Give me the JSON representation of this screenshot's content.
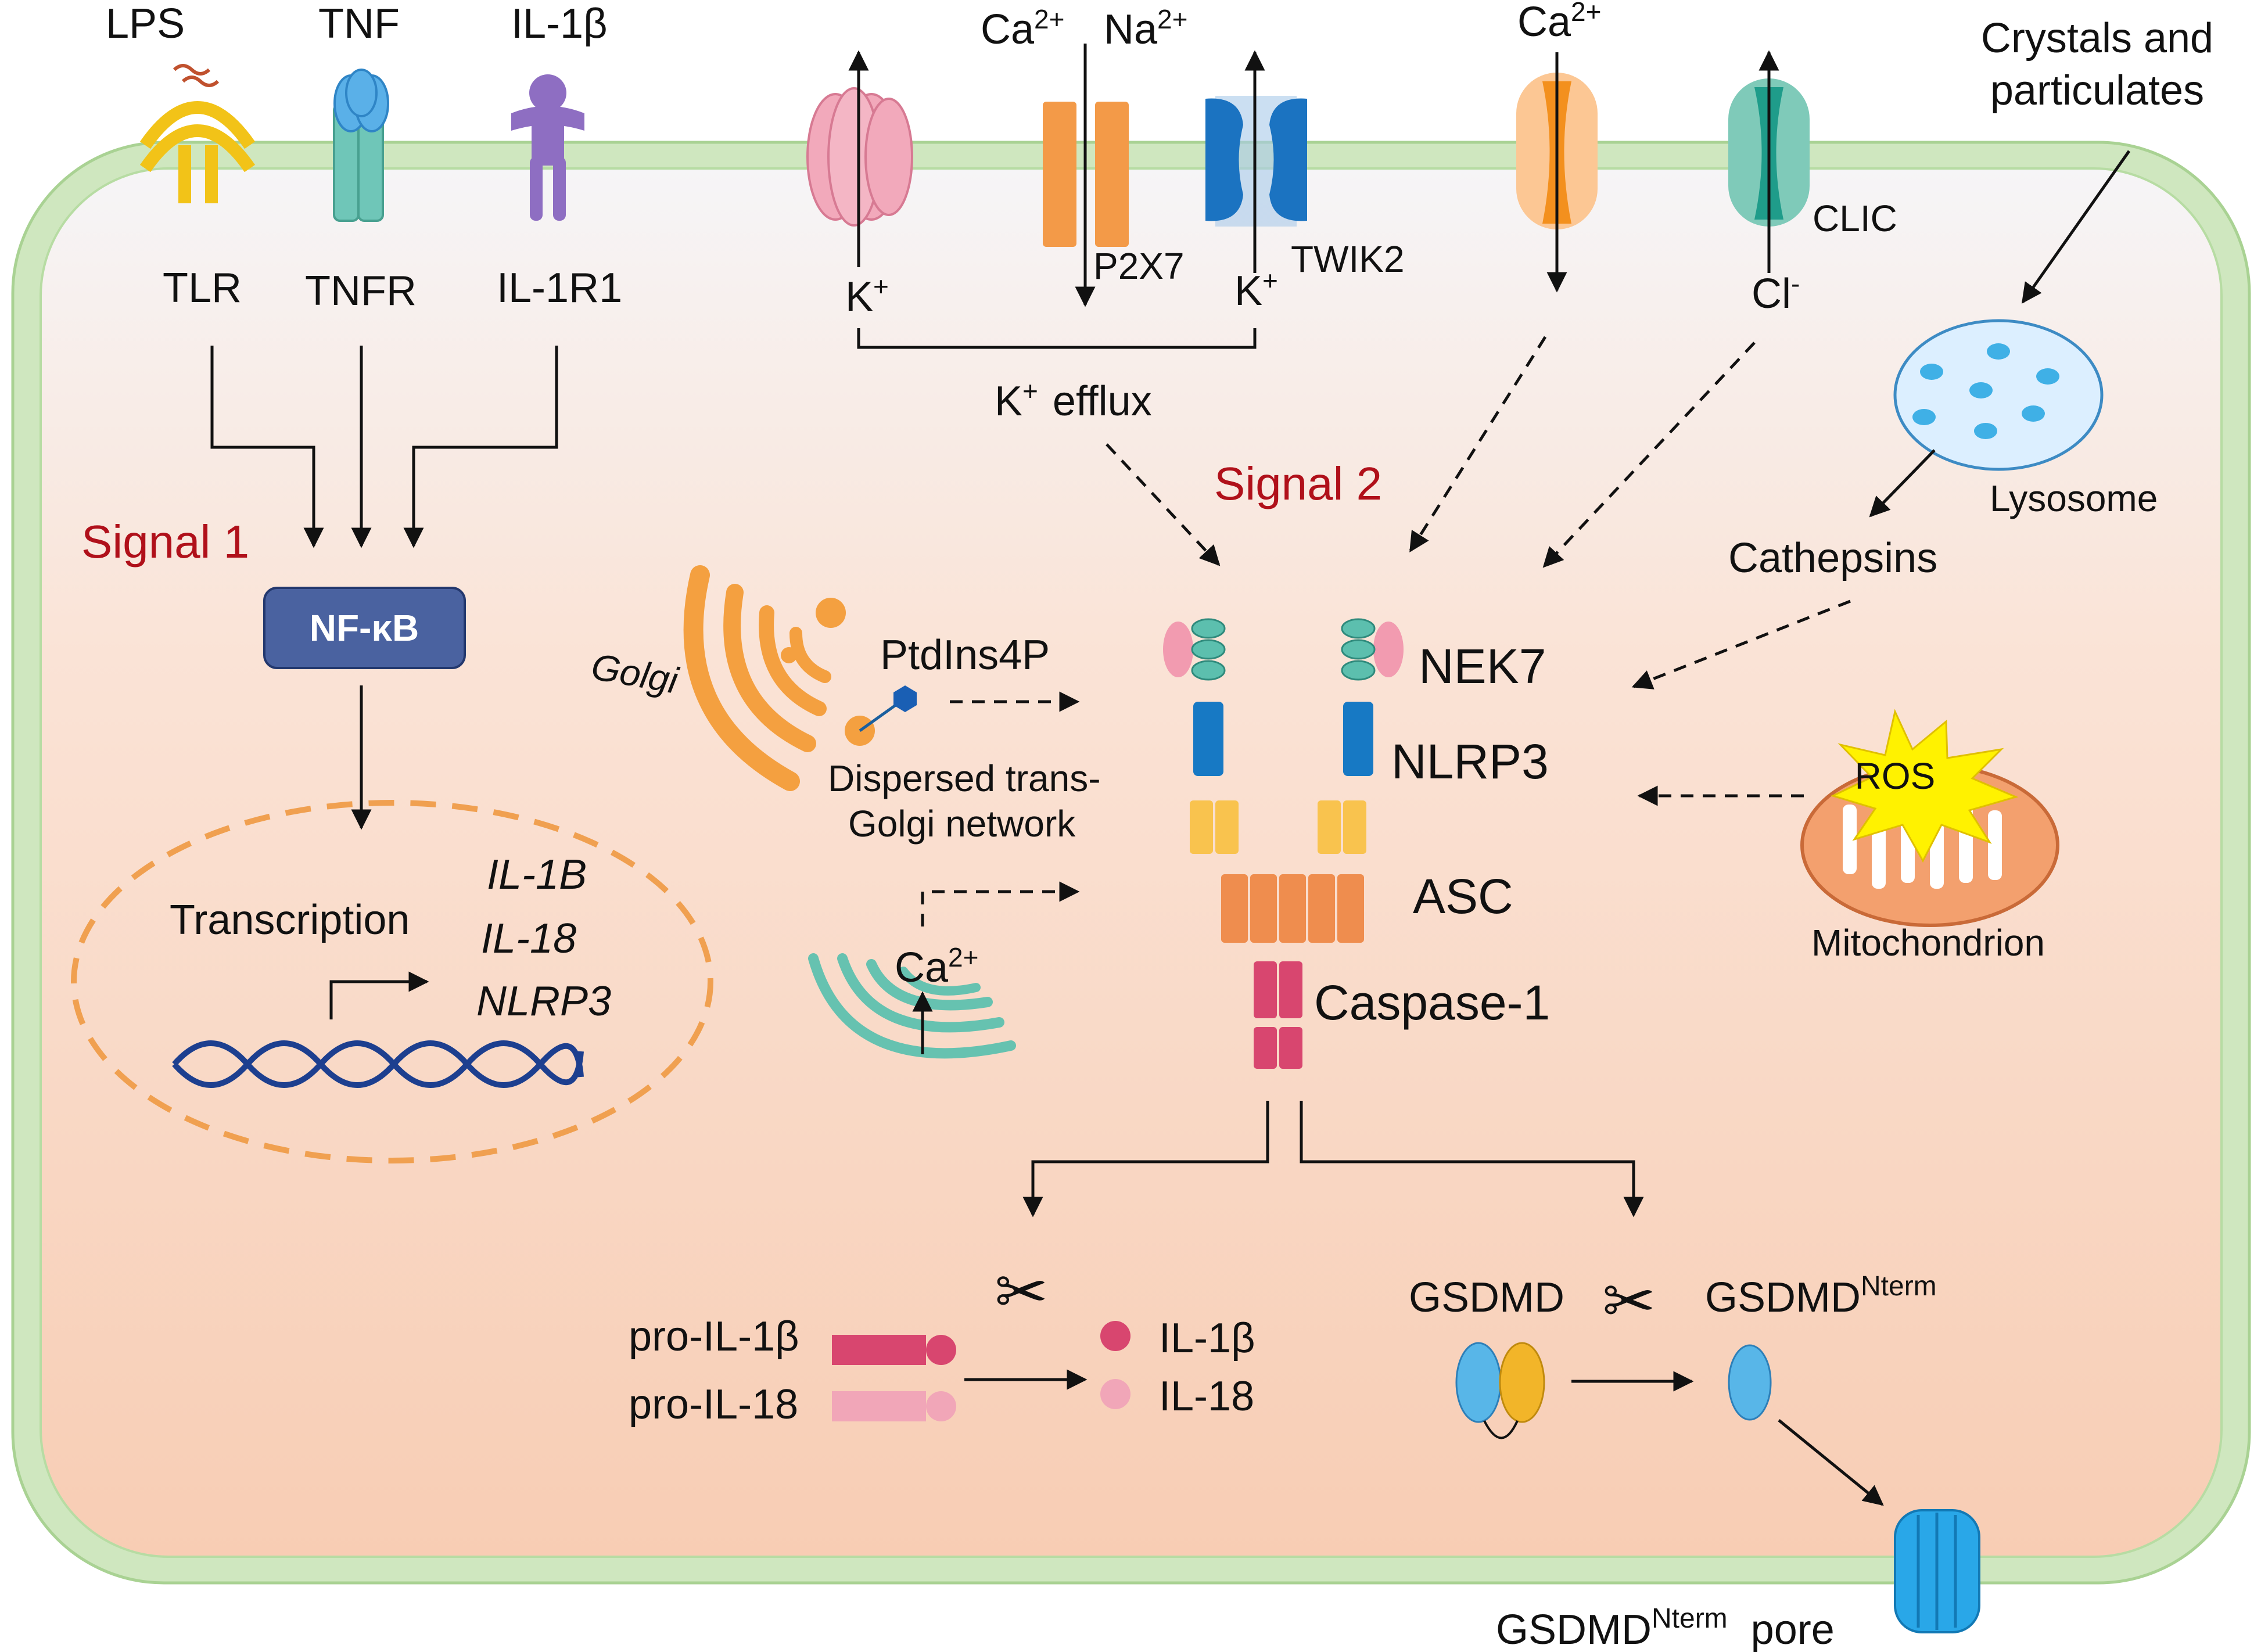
{
  "receptors": {
    "lps": "LPS",
    "tnf": "TNF",
    "il1b": "IL-1β",
    "tlr": "TLR",
    "tnfr": "TNFR",
    "il1r1": "IL-1R1"
  },
  "signal1": "Signal 1",
  "signal2": "Signal 2",
  "nfkb": "NF-κB",
  "nucleus": {
    "transcription": "Transcription",
    "genes": [
      "IL-1B",
      "IL-18",
      "NLRP3"
    ]
  },
  "channels": {
    "ca": "Ca",
    "ca_sup": "2+",
    "na": "Na",
    "na_sup": "2+",
    "p2x7": "P2X7",
    "twik2": "TWIK2",
    "k": "K",
    "k_sup": "+",
    "k_efflux": "efflux",
    "ca2": "Ca",
    "ca2_sup": "2+",
    "clic": "CLIC",
    "cl": "Cl",
    "cl_sup": "-"
  },
  "crystals": [
    "Crystals and",
    "particulates"
  ],
  "lysosome": "Lysosome",
  "cathepsins": "Cathepsins",
  "golgi": "Golgi",
  "ptdins4p": "PtdIns4P",
  "dispersed": [
    "Dispersed trans-",
    "Golgi network"
  ],
  "er_ca": "Ca",
  "er_ca_sup": "2+",
  "inflammasome": {
    "nek7": "NEK7",
    "nlrp3": "NLRP3",
    "asc": "ASC",
    "caspase1": "Caspase-1"
  },
  "ros": "ROS",
  "mitochondrion": "Mitochondrion",
  "cleavage": {
    "pro_il1b": "pro-IL-1β",
    "pro_il18": "pro-IL-18",
    "il1b": "IL-1β",
    "il18": "IL-18",
    "gsdmd": "GSDMD",
    "gsdmd_nterm": "GSDMD",
    "nterm_sup": "Nterm",
    "pore_main": "GSDMD",
    "pore_sup": "Nterm",
    "pore_word": "pore"
  },
  "colors": {
    "membrane": "#cfe7bf",
    "cytoplasm_top": "#f6f5f7",
    "cytoplasm_bottom": "#f8cdb4",
    "nfkb_box": "#4a62a0",
    "nucleus_dash": "#f0a050",
    "dna": "#1d3f8f",
    "signal_red": "#b0101a",
    "golgi": "#f4a040",
    "er": "#66c2b0",
    "nlrp3": "#1779c4",
    "nacht": "#f9c34e",
    "asc": "#ef8d4e",
    "caspase": "#d8466f",
    "gsdmd_blue": "#58b6e8",
    "gsdmd_yellow": "#f2b529",
    "ros": "#fff200",
    "mito": "#f3a06e",
    "lysosome": "#dcefff",
    "p2x7": "#f39a48",
    "twik2": "#1b73c1",
    "pink_channel": "#f2a9bb",
    "clic": "#1f9c8a"
  }
}
